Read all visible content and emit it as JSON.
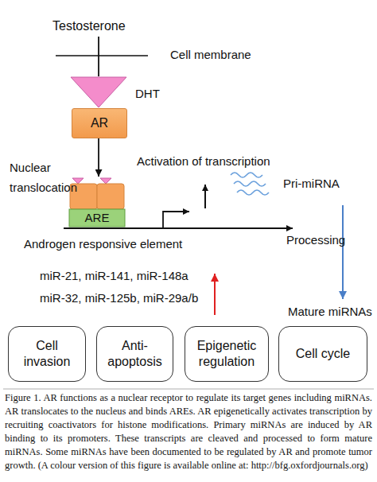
{
  "diagram": {
    "caption": "Figure 1. AR functions as a nuclear receptor to regulate its target genes including miRNAs. AR translocates to the nucleus and binds AREs. AR epigenetically activates transcription by recruiting coactivators for histone modifications. Primary miRNAs are induced by AR binding to its promoters. These transcripts are cleaved and processed to form mature miRNAs. Some miRNAs have been documented to be regulated by AR and promote tumor growth. (A colour version of this figure is available online at: http://bfg.oxfordjournals.org)",
    "nodes": [
      {
        "text": [
          "DHT"
        ]
      },
      {
        "text": [
          "AR"
        ]
      },
      {
        "text": [
          "ARE"
        ]
      },
      {
        "text": [
          "Cell invasion"
        ]
      },
      {
        "text": [
          "Anti-apoptosis"
        ]
      },
      {
        "text": [
          "Epigenetic regulation"
        ]
      },
      {
        "text": [
          "Cell cycle"
        ]
      }
    ],
    "edges": [
      {
        "from": 1,
        "to": 2,
        "arrow": "to",
        "label": "Nuclear translocation"
      }
    ],
    "labels": [
      "Testosterone",
      "Cell membrane",
      "Activation of transcription",
      "Pri-miRNA",
      "Androgen responsive element",
      "Processing",
      "miR-21, miR-141, miR-148a",
      "miR-32, miR-125b, miR-29a/b",
      "Mature miRNAs"
    ]
  }
}
